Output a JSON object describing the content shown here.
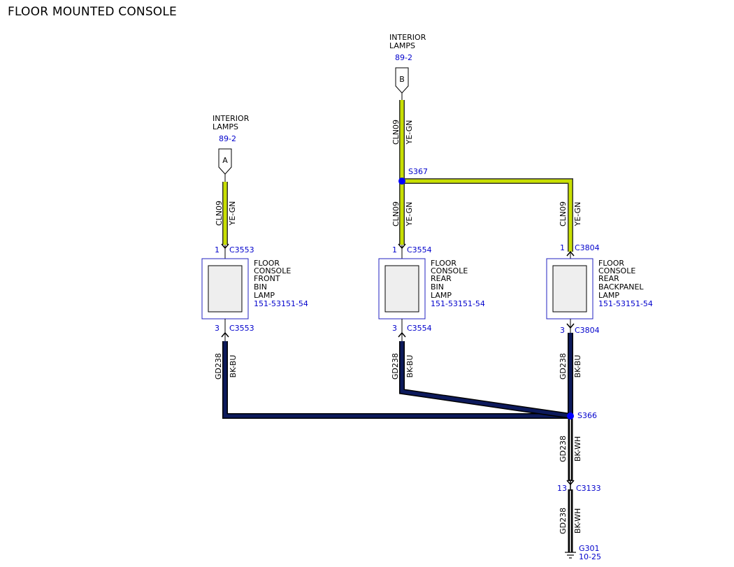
{
  "page": {
    "title": "FLOOR MOUNTED CONSOLE"
  },
  "colors": {
    "ye_gn_wire": "#c8e000",
    "bk_bu_wire": "#0d1a5c",
    "bk_wh_wire": "#1a1a1a",
    "splice": "#0000ff",
    "reference_text": "#0000cc"
  },
  "refs": {
    "a": {
      "line1": "INTERIOR",
      "line2": "LAMPS",
      "page": "89-2",
      "letter": "A"
    },
    "b": {
      "line1": "INTERIOR",
      "line2": "LAMPS",
      "page": "89-2",
      "letter": "B"
    }
  },
  "wires": {
    "a_top": {
      "circuit": "CLN09",
      "color": "YE-GN"
    },
    "b_top": {
      "circuit": "CLN09",
      "color": "YE-GN"
    },
    "mid_top": {
      "circuit": "CLN09",
      "color": "YE-GN"
    },
    "rt_top": {
      "circuit": "CLN09",
      "color": "YE-GN"
    },
    "a_bot": {
      "circuit": "GD238",
      "color": "BK-BU"
    },
    "mid_bot": {
      "circuit": "GD238",
      "color": "BK-BU"
    },
    "rt_bot": {
      "circuit": "GD238",
      "color": "BK-BU"
    },
    "gnd1": {
      "circuit": "GD238",
      "color": "BK-WH"
    },
    "gnd2": {
      "circuit": "GD238",
      "color": "BK-WH"
    }
  },
  "splices": {
    "s367": "S367",
    "s366": "S366"
  },
  "components": {
    "front": {
      "top_pin": "1",
      "top_conn": "C3553",
      "bot_pin": "3",
      "bot_conn": "C3553",
      "name_lines": [
        "FLOOR",
        "CONSOLE",
        "FRONT",
        "BIN",
        "LAMP"
      ],
      "ref": "151-53151-54"
    },
    "rear": {
      "top_pin": "1",
      "top_conn": "C3554",
      "bot_pin": "3",
      "bot_conn": "C3554",
      "name_lines": [
        "FLOOR",
        "CONSOLE",
        "REAR",
        "BIN",
        "LAMP"
      ],
      "ref": "151-53151-54"
    },
    "backpanel": {
      "top_pin": "1",
      "top_conn": "C3804",
      "bot_pin": "3",
      "bot_conn": "C3804",
      "name_lines": [
        "FLOOR",
        "CONSOLE",
        "REAR",
        "BACKPANEL",
        "LAMP"
      ],
      "ref": "151-53151-54"
    }
  },
  "connector_c3133": {
    "pin": "13",
    "conn": "C3133"
  },
  "ground": {
    "name": "G301",
    "page": "10-25"
  }
}
